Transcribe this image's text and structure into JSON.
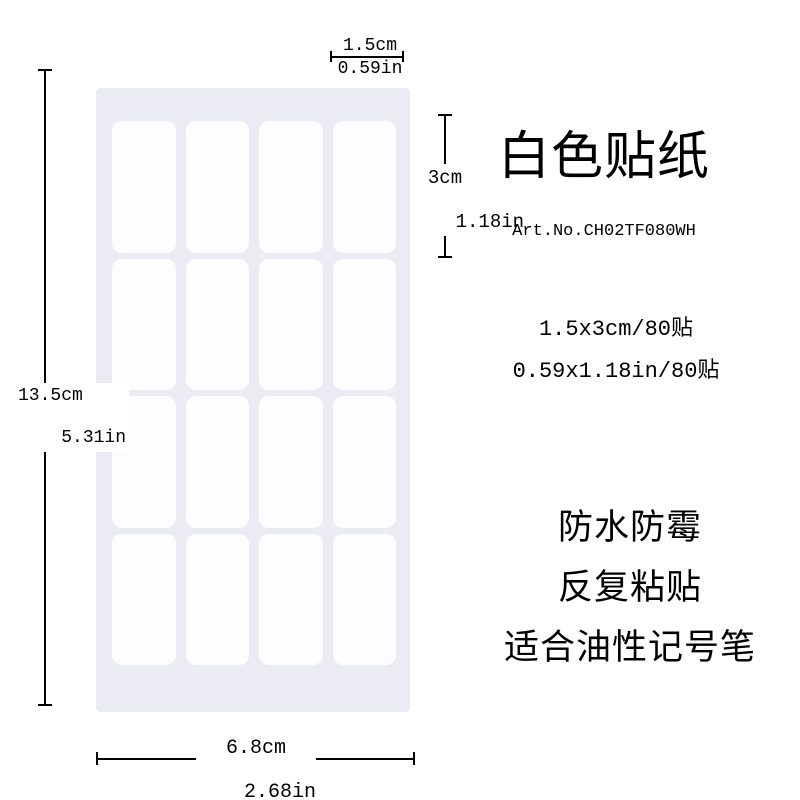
{
  "product": {
    "title": "白色贴纸",
    "art_no": "Art.No.CH02TF080WH",
    "spec_metric": "1.5x3cm/80贴",
    "spec_imperial": "0.59x1.18in/80贴",
    "features": [
      "防水防霉",
      "反复粘贴",
      "适合油性记号笔"
    ]
  },
  "dimensions": {
    "sticker_width": {
      "cm": "1.5cm",
      "inch": "0.59in"
    },
    "sticker_height": {
      "cm": "3cm",
      "inch": "1.18in"
    },
    "sheet_height": {
      "cm": "13.5cm",
      "inch": "5.31in"
    },
    "sheet_width": {
      "cm": "6.8cm",
      "inch": "2.68in"
    }
  },
  "sheet": {
    "rows": 4,
    "cols": 4
  },
  "colors": {
    "page_bg": "#ffffff",
    "sheet_bg": "#ebebf3",
    "sticker_bg": "#fdfdff",
    "ink": "#000000"
  }
}
